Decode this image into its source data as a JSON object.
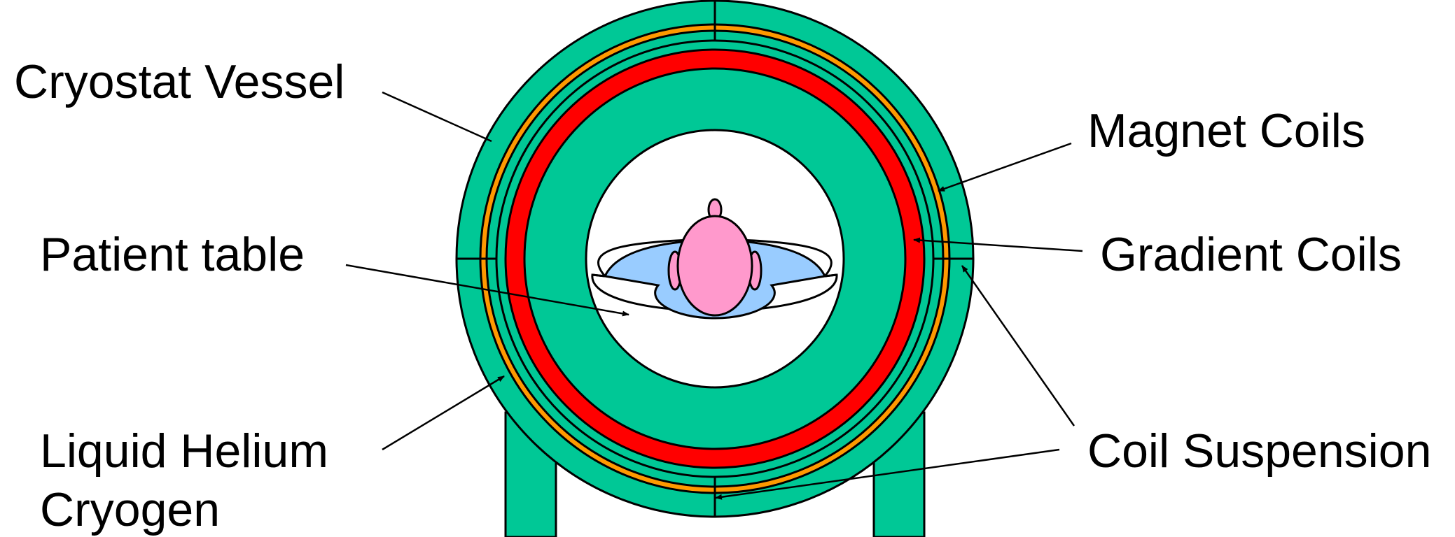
{
  "labels": {
    "cryostat_vessel": "Cryostat Vessel",
    "patient_table": "Patient table",
    "liquid_helium_line1": "Liquid Helium",
    "liquid_helium_line2": "Cryogen",
    "magnet_coils": "Magnet Coils",
    "gradient_coils": "Gradient Coils",
    "coil_suspension": "Coil Suspension"
  },
  "colors": {
    "cryostat_green": "#00C896",
    "magnet_orange": "#FF9900",
    "gradient_red": "#FF0000",
    "table_blue": "#99CCFF",
    "head_pink": "#FF99CC",
    "outline": "#000000",
    "background": "#FFFFFF"
  }
}
